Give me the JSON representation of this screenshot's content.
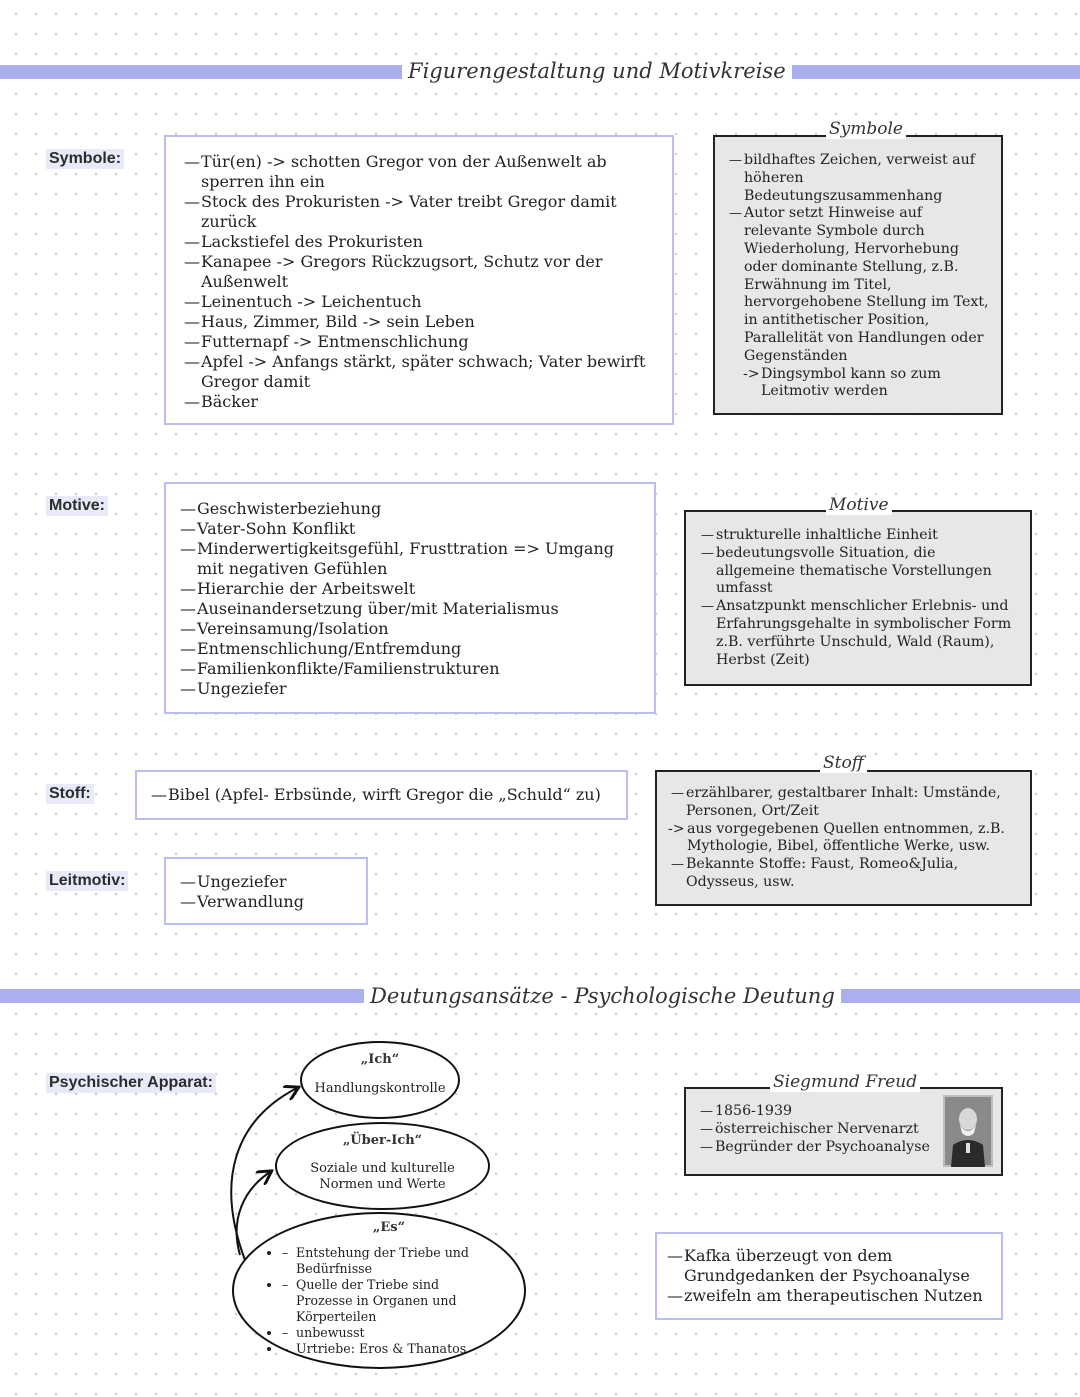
{
  "section1": {
    "title": "Figurengestaltung und Motivkreise"
  },
  "section2": {
    "title": "Deutungsansätze - Psychologische Deutung"
  },
  "symbole": {
    "label": "Symbole:",
    "items": [
      "Tür(en) -> schotten Gregor von der Außenwelt ab sperren ihn ein",
      "Stock des Prokuristen -> Vater treibt Gregor damit zurück",
      "Lackstiefel des Prokuristen",
      "Kanapee -> Gregors Rückzugsort, Schutz vor der Außenwelt",
      "Leinentuch -> Leichentuch",
      "Haus, Zimmer, Bild -> sein Leben",
      "Futternapf -> Entmenschlichung",
      "Apfel -> Anfangs stärkt, später schwach; Vater bewirft Gregor damit",
      "Bäcker"
    ]
  },
  "symbole_def": {
    "title": "Symbole",
    "items": [
      "bildhaftes Zeichen, verweist auf höheren Bedeutungszusammenhang",
      "Autor setzt Hinweise auf relevante Symbole durch Wiederholung, Hervorhebung oder dominante Stellung, z.B. Erwähnung im Titel, hervorgehobene Stellung im Text, in antithetischer Position, Parallelität von Handlungen oder Gegenständen"
    ],
    "arrow_prefix": "->",
    "arrow_item": "Dingsymbol kann so zum Leitmotiv werden"
  },
  "motive": {
    "label": "Motive:",
    "items": [
      "Geschwisterbeziehung",
      "Vater-Sohn Konflikt",
      "Minderwertigkeitsgefühl, Frusttration => Umgang mit negativen Gefühlen",
      "Hierarchie der Arbeitswelt",
      "Auseinandersetzung über/mit Materialismus",
      "Vereinsamung/Isolation",
      "Entmenschlichung/Entfremdung",
      "Familienkonflikte/Familienstrukturen",
      "Ungeziefer"
    ]
  },
  "motive_def": {
    "title": "Motive",
    "items": [
      "strukturelle inhaltliche Einheit",
      "bedeutungsvolle Situation, die allgemeine thematische Vorstellungen umfasst",
      "Ansatzpunkt menschlicher Erlebnis- und Erfahrungsgehalte in symbolischer Form z.B. verführte Unschuld, Wald (Raum), Herbst (Zeit)"
    ]
  },
  "stoff": {
    "label": "Stoff:",
    "items": [
      "Bibel (Apfel- Erbsünde, wirft Gregor die „Schuld“ zu)"
    ]
  },
  "stoff_def": {
    "title": "Stoff",
    "item1": "erzählbarer, gestaltbarer Inhalt: Umstände, Personen, Ort/Zeit",
    "arrow_prefix": "->",
    "item2": "aus vorgegebenen Quellen entnommen, z.B. Mythologie, Bibel, öffentliche Werke, usw.",
    "item3": "Bekannte Stoffe: Faust, Romeo&Julia, Odysseus, usw."
  },
  "leitmotiv": {
    "label": "Leitmotiv:",
    "items": [
      "Ungeziefer",
      "Verwandlung"
    ]
  },
  "psyche": {
    "label": "Psychischer Apparat:",
    "ich": {
      "title": "„Ich“",
      "text": "Handlungskontrolle"
    },
    "ueberich": {
      "title": "„Über-Ich“",
      "text": "Soziale und kulturelle Normen und Werte"
    },
    "es": {
      "title": "„Es“",
      "items": [
        "Entstehung der Triebe und Bedürfnisse",
        "Quelle der Triebe sind Prozesse in Organen und Körperteilen",
        "unbewusst",
        "Urtriebe: Eros & Thanatos"
      ]
    }
  },
  "freud": {
    "title": "Siegmund Freud",
    "items": [
      "1856-1939",
      "österreichischer Nervenarzt",
      "Begründer der Psychoanalyse"
    ]
  },
  "kafka": {
    "items": [
      "Kafka überzeugt von dem Grundgedanken der Psychoanalyse",
      "zweifeln am therapeutischen Nutzen"
    ]
  }
}
